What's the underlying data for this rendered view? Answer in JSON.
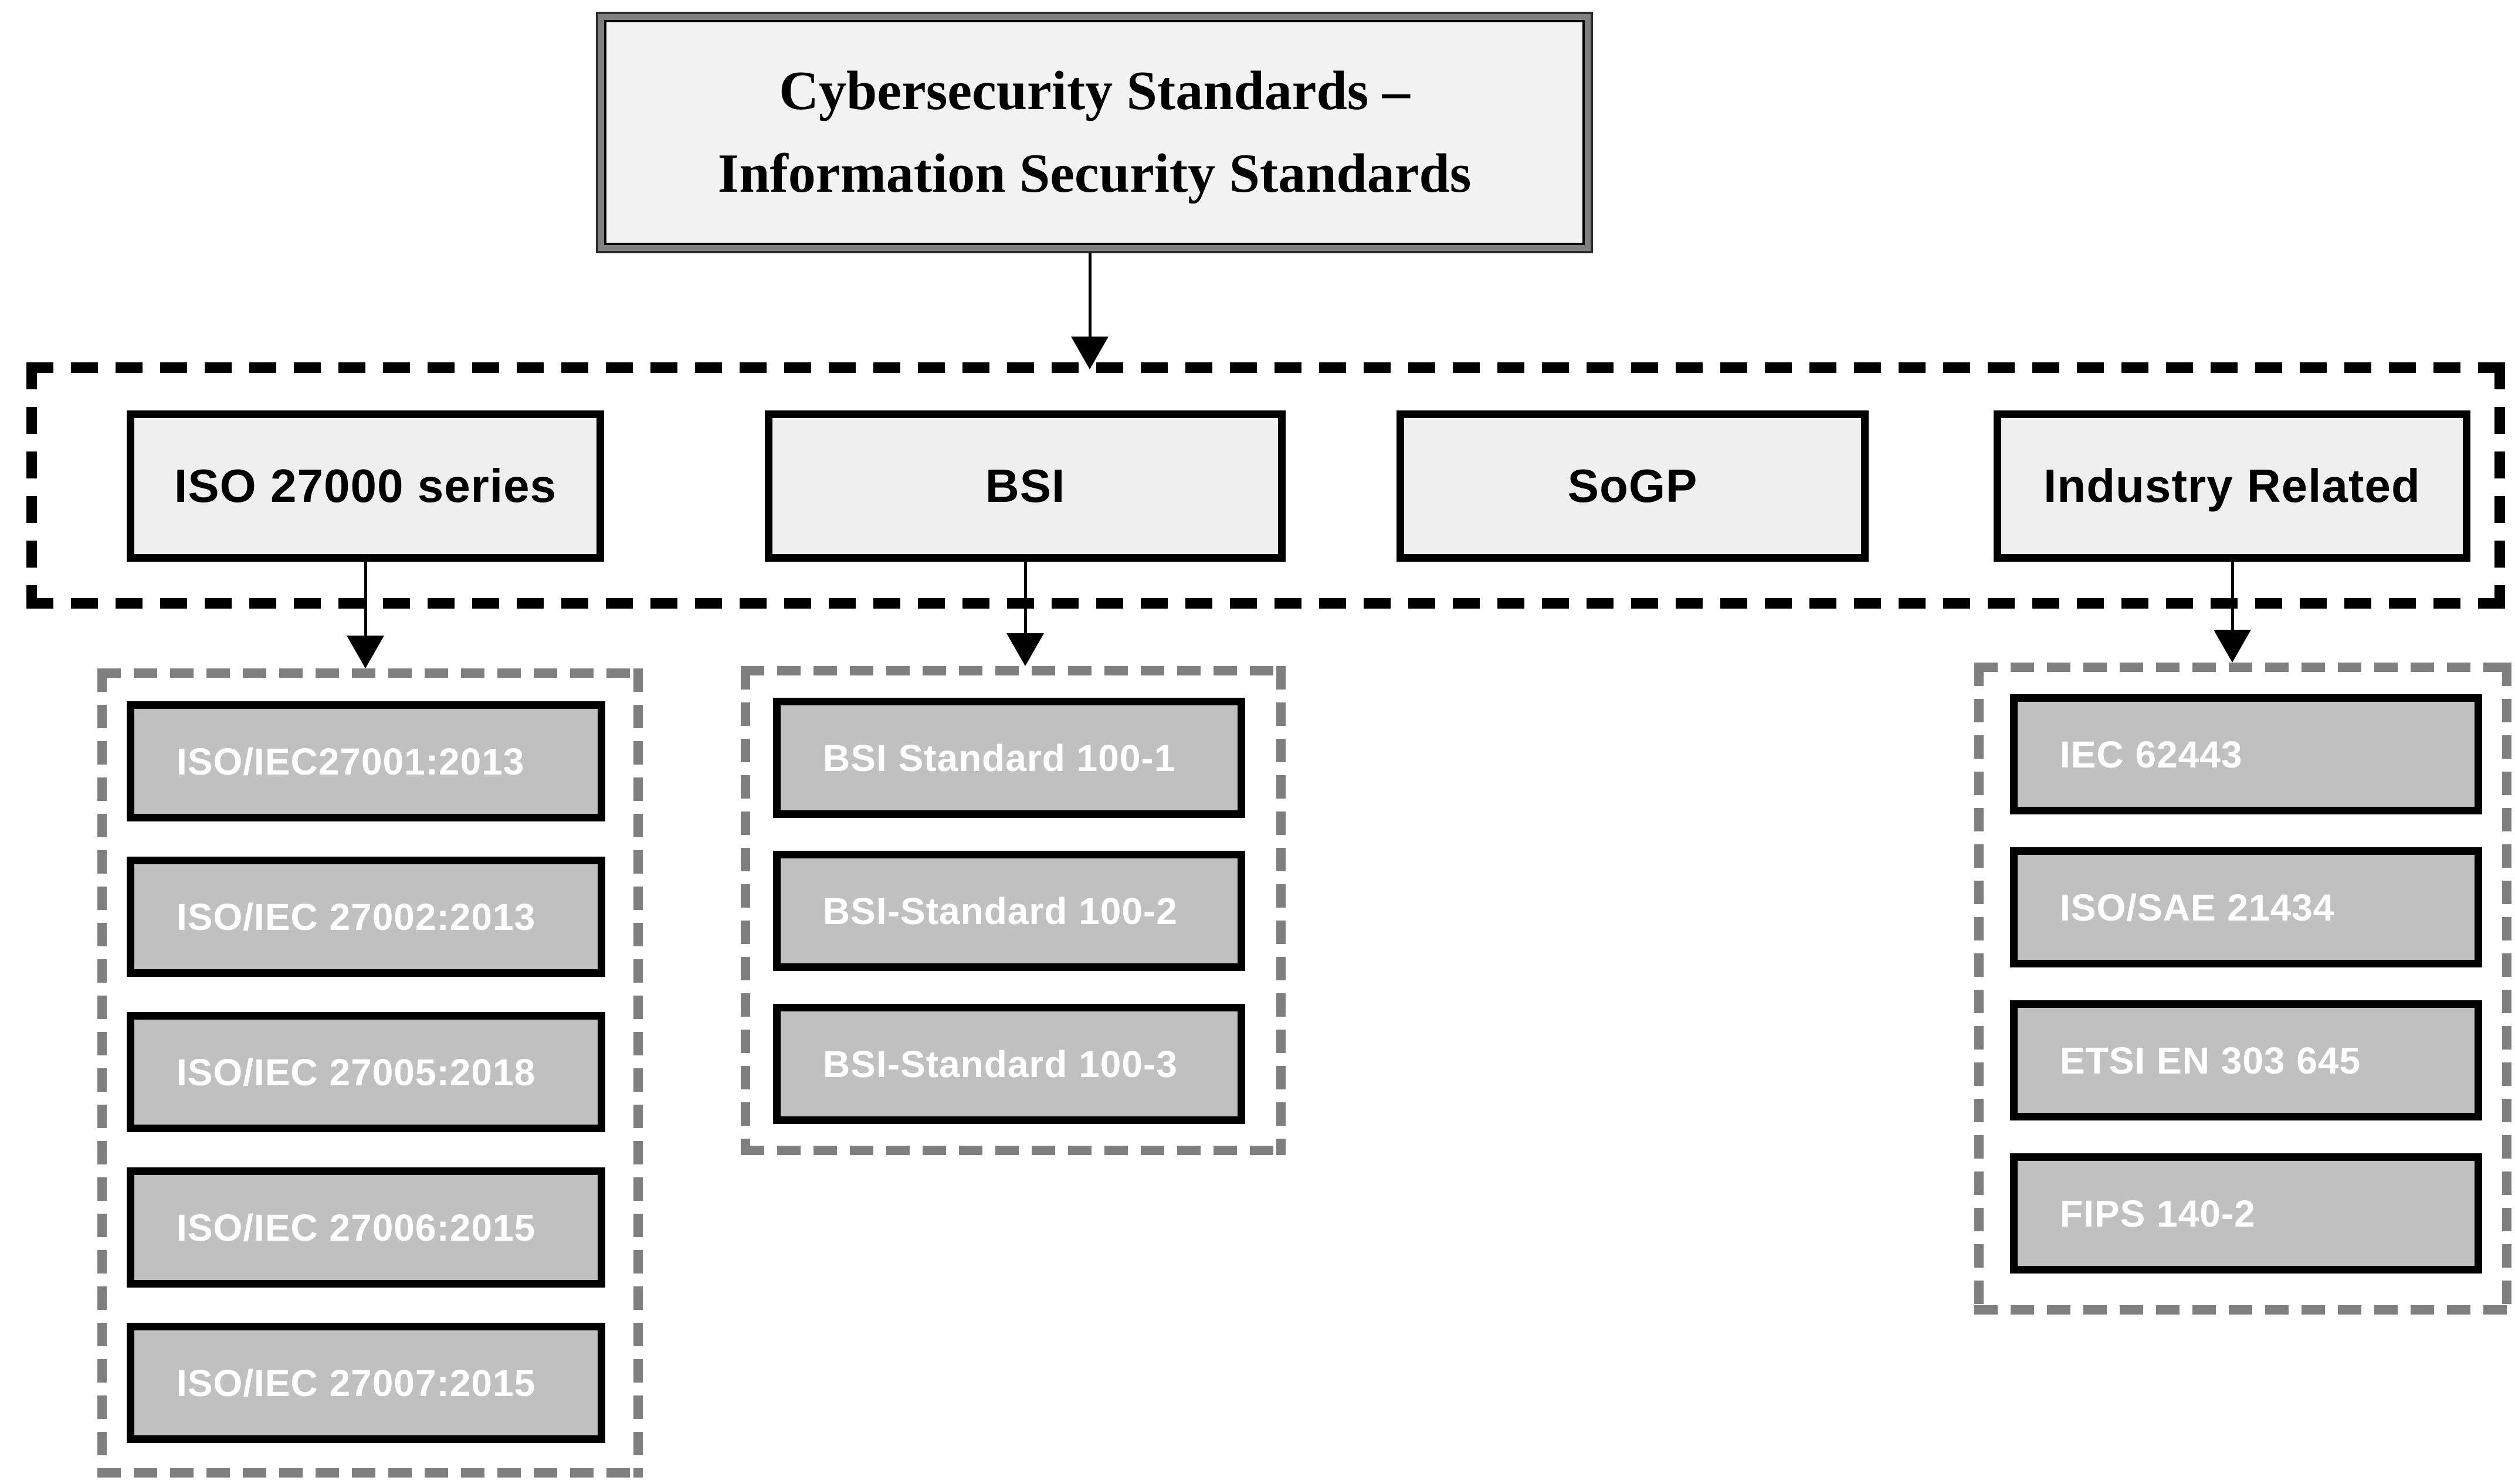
{
  "diagram": {
    "title": {
      "line1": "Cybersecurity Standards –",
      "line2": "Information Security Standards"
    },
    "categories": [
      {
        "label": "ISO 27000 series",
        "children": [
          "ISO/IEC27001:2013",
          "ISO/IEC 27002:2013",
          "ISO/IEC 27005:2018",
          "ISO/IEC 27006:2015",
          "ISO/IEC 27007:2015"
        ]
      },
      {
        "label": "BSI",
        "children": [
          "BSI Standard 100-1",
          "BSI-Standard 100-2",
          "BSI-Standard 100-3"
        ]
      },
      {
        "label": "SoGP",
        "children": []
      },
      {
        "label": "Industry Related",
        "children": [
          "IEC 62443",
          "ISO/SAE 21434",
          "ETSI EN 303 645",
          "FIPS 140-2"
        ]
      }
    ],
    "colors": {
      "title_fill": "#f2f2f2",
      "category_fill": "#efefef",
      "child_fill": "#c0c0c0",
      "child_text": "#ffffff",
      "ink": "#000000",
      "frame_gray": "#7f7f7f",
      "outer_band": "#808080"
    }
  }
}
